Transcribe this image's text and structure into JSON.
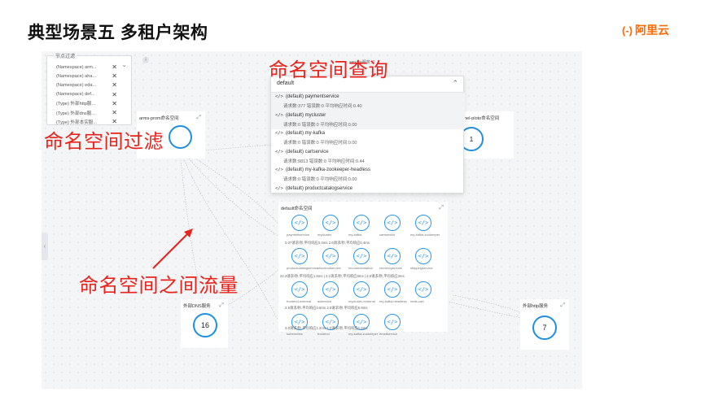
{
  "slide": {
    "title": "典型场景五 多租户架构"
  },
  "brand": {
    "mark": "(-)",
    "name": "阿里云",
    "color": "#ff6a00"
  },
  "filter": {
    "legend": "节点过滤",
    "items": [
      "(Namespace) arm...",
      "(Namespace) aha...",
      "(Namespace) eda...",
      "(Namespace) def...",
      "(Type) 外部http服...",
      "(Type) 外部dns服...",
      "(Type) 外部本实服..."
    ]
  },
  "namespaces": {
    "arms": {
      "label": "arms-prom命名空间"
    },
    "other": {
      "label": "unnel-ploto命名空间",
      "count": "1"
    },
    "external_dns": {
      "label": "外部DNS服务",
      "count": "16"
    },
    "external_http": {
      "label": "外部http服务",
      "count": "7"
    },
    "default": {
      "label": "default命名空间"
    }
  },
  "search": {
    "value": "default",
    "partial_label": "service服务 :0",
    "results": [
      {
        "name": "(default) paymentservice",
        "stats": "请求数:377  错误数:0  平均响应时间:0.40"
      },
      {
        "name": "(default) mycluster",
        "stats": "请求数:0  错误数:0  平均响应时间:0.00"
      },
      {
        "name": "(default) my-kafka",
        "stats": "请求数:0  错误数:0  平均响应时间:0.00"
      },
      {
        "name": "(default) cartservice",
        "stats": "请求数:9813  错误数:0  平均响应时间:0.44"
      },
      {
        "name": "(default) my-kafka-zookeeper-headless",
        "stats": "请求数:0  错误数:0  平均响应时间:0.00"
      },
      {
        "name": "(default) productcatalogservice",
        "stats": ""
      }
    ]
  },
  "default_services": {
    "rows": [
      [
        "paymentservice",
        "mycluster",
        "my-kafka",
        "cartservice",
        "my-kafka-zookeeper"
      ],
      [
        "productcatalogservice",
        "checkoutservice",
        "recommendation",
        "currencyservice",
        "shippingservice"
      ],
      [
        "frontend-external",
        "adservice",
        "mycluster-external",
        "my-kafka-headless",
        "redis-cart"
      ],
      [
        "kubernetes",
        "frontend",
        "my-kafka-zookeeper",
        "emailservice",
        ""
      ]
    ],
    "row_stats": [
      "0.07请求/秒,平均响应0.4ms      2.6请求/秒,平均响应0.4ms",
      "22.3请求/秒,平均响应1.5ms | 3.1请求/秒,平均响应8ms | 2.9请求/秒,平均响应3ms",
      "2.5请求/秒,平均响应0.6ms      2.5请求/秒,平均响应6.9ms",
      "3.0请求/秒,平均响应1.2ms      1.0请求/秒,平均响应1.5ms"
    ],
    "icon": "code-icon",
    "color": "#2a94e6"
  },
  "annotations": {
    "search": "命名空间查询",
    "filter": "命名空间过滤",
    "traffic": "命名空间之间流量",
    "color": "#e8231c"
  }
}
